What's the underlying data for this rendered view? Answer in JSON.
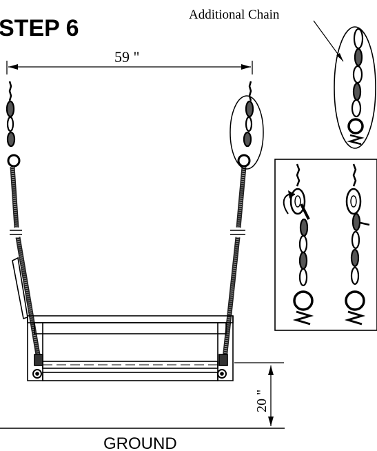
{
  "title": "STEP 6",
  "labels": {
    "width_dimension": "59 \"",
    "height_dimension": "20 \"",
    "callout": "Additional Chain",
    "ground": "GROUND"
  },
  "icons": {
    "hook_chain": "hook-with-chain-icon",
    "rotation_arrow": "rotation-arrow-icon"
  }
}
